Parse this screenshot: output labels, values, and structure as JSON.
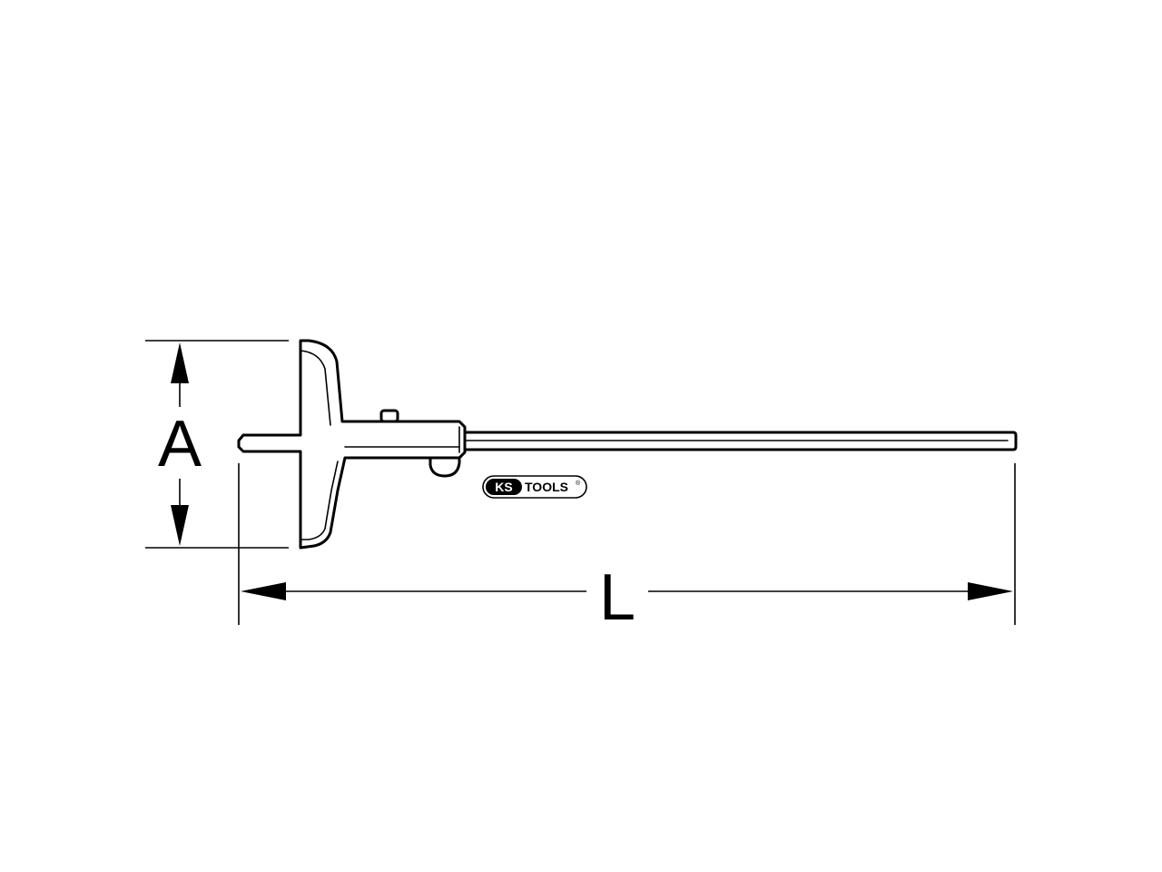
{
  "dimensions": {
    "height_label": "A",
    "length_label": "L"
  },
  "logo": {
    "brand_left": "KS",
    "brand_right": "TOOLS",
    "registered_mark": "®"
  },
  "colors": {
    "line": "#000000",
    "background": "#ffffff"
  }
}
